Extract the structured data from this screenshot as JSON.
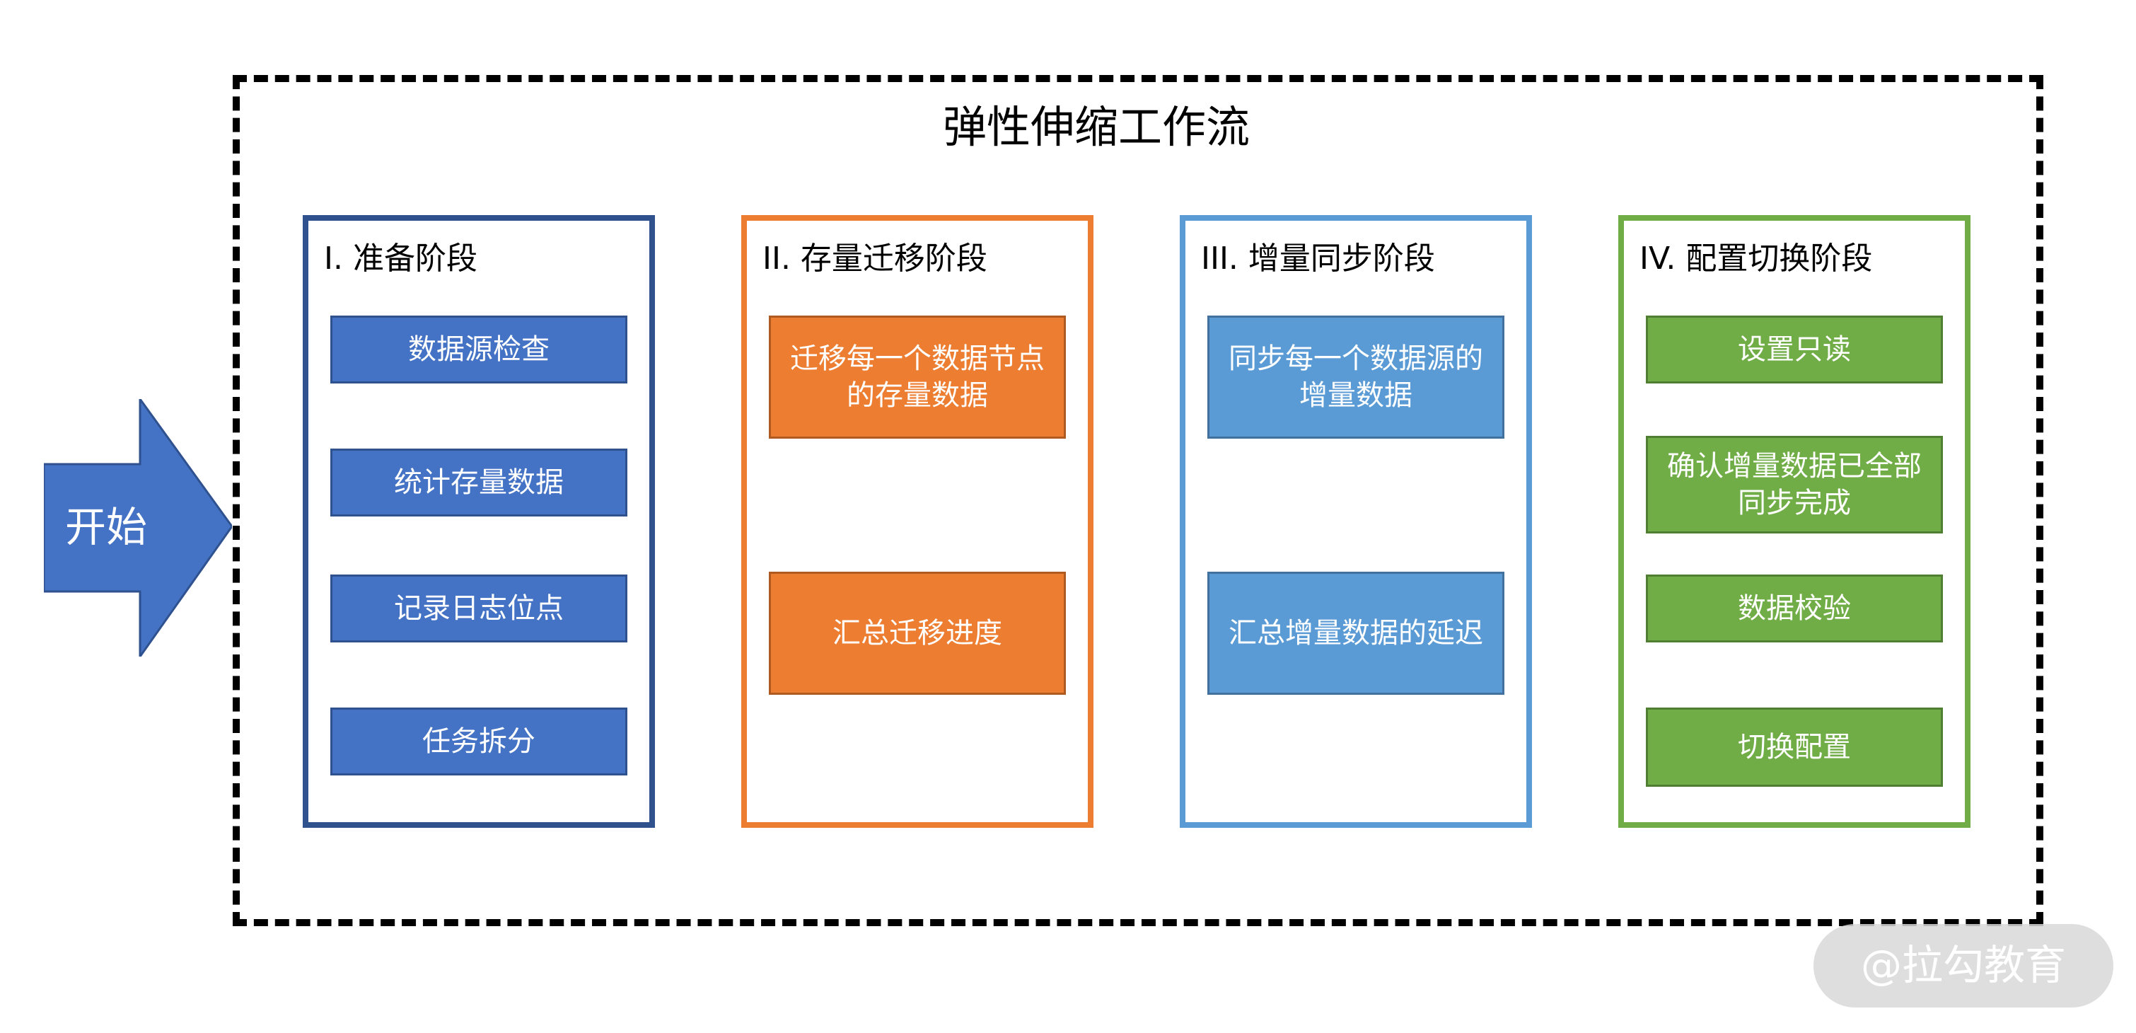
{
  "start": {
    "label": "开始"
  },
  "workflow": {
    "title": "弹性伸缩工作流"
  },
  "phases": [
    {
      "title": "I. 准备阶段",
      "steps": [
        "数据源检查",
        "统计存量数据",
        "记录日志位点",
        "任务拆分"
      ]
    },
    {
      "title": "II. 存量迁移阶段",
      "steps": [
        "迁移每一个数据节点的存量数据",
        "汇总迁移进度"
      ]
    },
    {
      "title": "III. 增量同步阶段",
      "steps": [
        "同步每一个数据源的增量数据",
        "汇总增量数据的延迟"
      ]
    },
    {
      "title": "IV. 配置切换阶段",
      "steps": [
        "设置只读",
        "确认增量数据已全部同步完成",
        "数据校验",
        "切换配置"
      ]
    }
  ],
  "watermark": {
    "text": "@拉勾教育"
  },
  "colors": {
    "phase1_border": "#2f528f",
    "phase1_fill": "#4472c4",
    "phase2_border": "#ed7d31",
    "phase2_fill": "#ed7d31",
    "phase3_border": "#5b9bd5",
    "phase3_fill": "#5b9bd5",
    "phase4_border": "#70ad47",
    "phase4_fill": "#70ad47",
    "start_arrow": "#4472c4",
    "frame": "#000000"
  }
}
